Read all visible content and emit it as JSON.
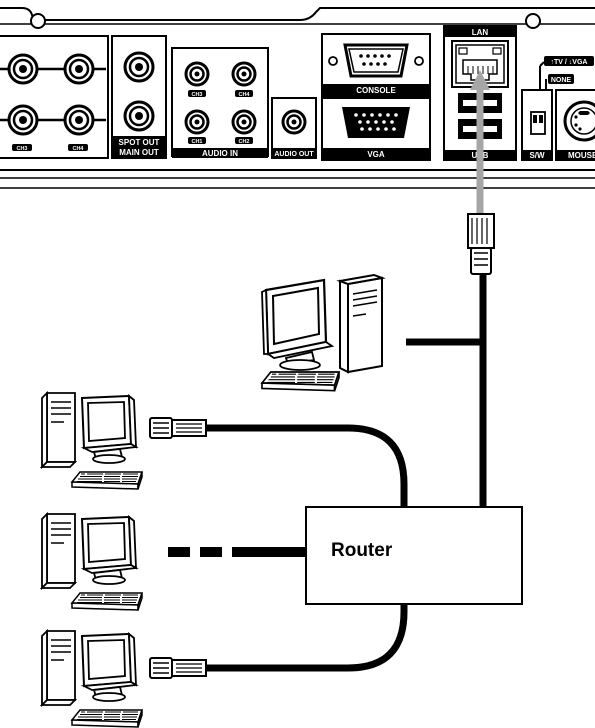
{
  "panel": {
    "labels": {
      "ch3": "CH3",
      "ch4_left": "CH4",
      "spot_out": "SPOT OUT",
      "main_out": "MAIN OUT",
      "audio_ch3": "CH3",
      "audio_ch4": "CH4",
      "audio_ch1": "CH1",
      "audio_ch2": "CH2",
      "audio_in": "AUDIO IN",
      "audio_out": "AUDIO OUT",
      "console": "CONSOLE",
      "vga": "VGA",
      "lan": "LAN",
      "usb": "USB",
      "sw": "S/W",
      "tv_vga": "↑TV / ↓VGA",
      "none": "NONE",
      "mouse": "MOUSE"
    }
  },
  "router": {
    "label": "Router"
  },
  "colors": {
    "lan_arrow": "#a6a6a6",
    "cable": "#000000"
  },
  "devices": [
    "dvr-rear-panel",
    "lan-plug",
    "desktop-pc",
    "client-pc-1",
    "client-pc-2",
    "client-pc-3",
    "router"
  ]
}
